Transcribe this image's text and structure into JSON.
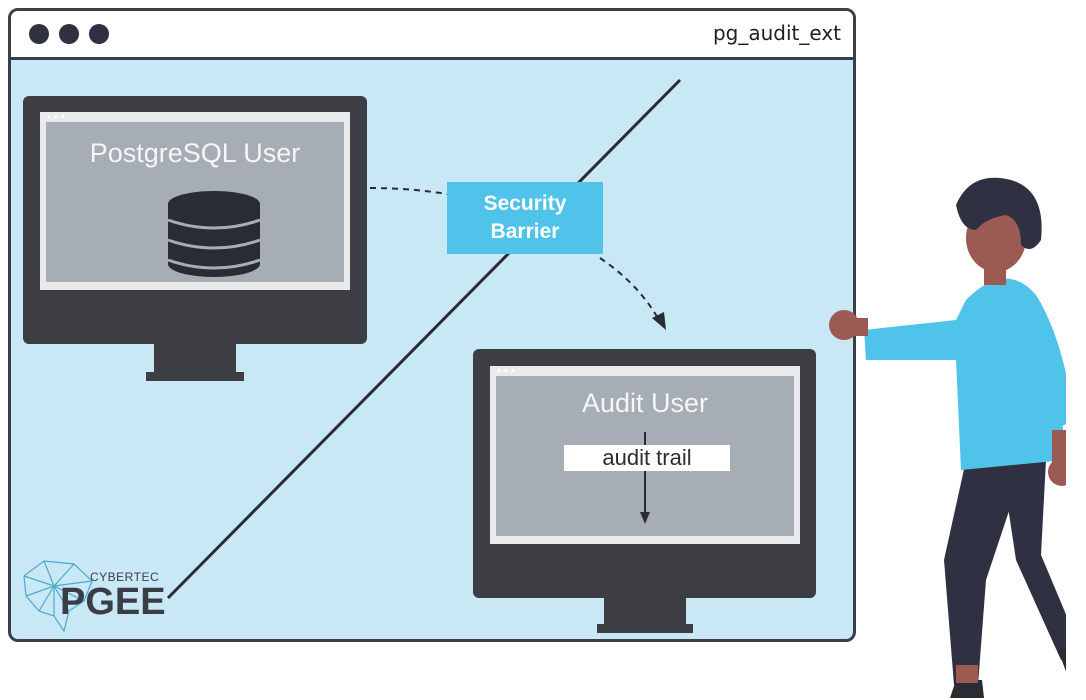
{
  "window": {
    "title": "pg_audit_ext"
  },
  "left_monitor": {
    "label": "PostgreSQL User",
    "icon": "database-icon"
  },
  "barrier": {
    "line1": "Security",
    "line2": "Barrier"
  },
  "right_monitor": {
    "label": "Audit User",
    "trail": "audit trail"
  },
  "logo": {
    "small": "CYBERTEC",
    "big": "PGEE",
    "icon": "elephant-icon"
  },
  "colors": {
    "window_bg": "#c9e8f5",
    "barrier": "#4fc3ea",
    "monitor": "#3d3e44",
    "person_shirt": "#4fc3ea"
  }
}
